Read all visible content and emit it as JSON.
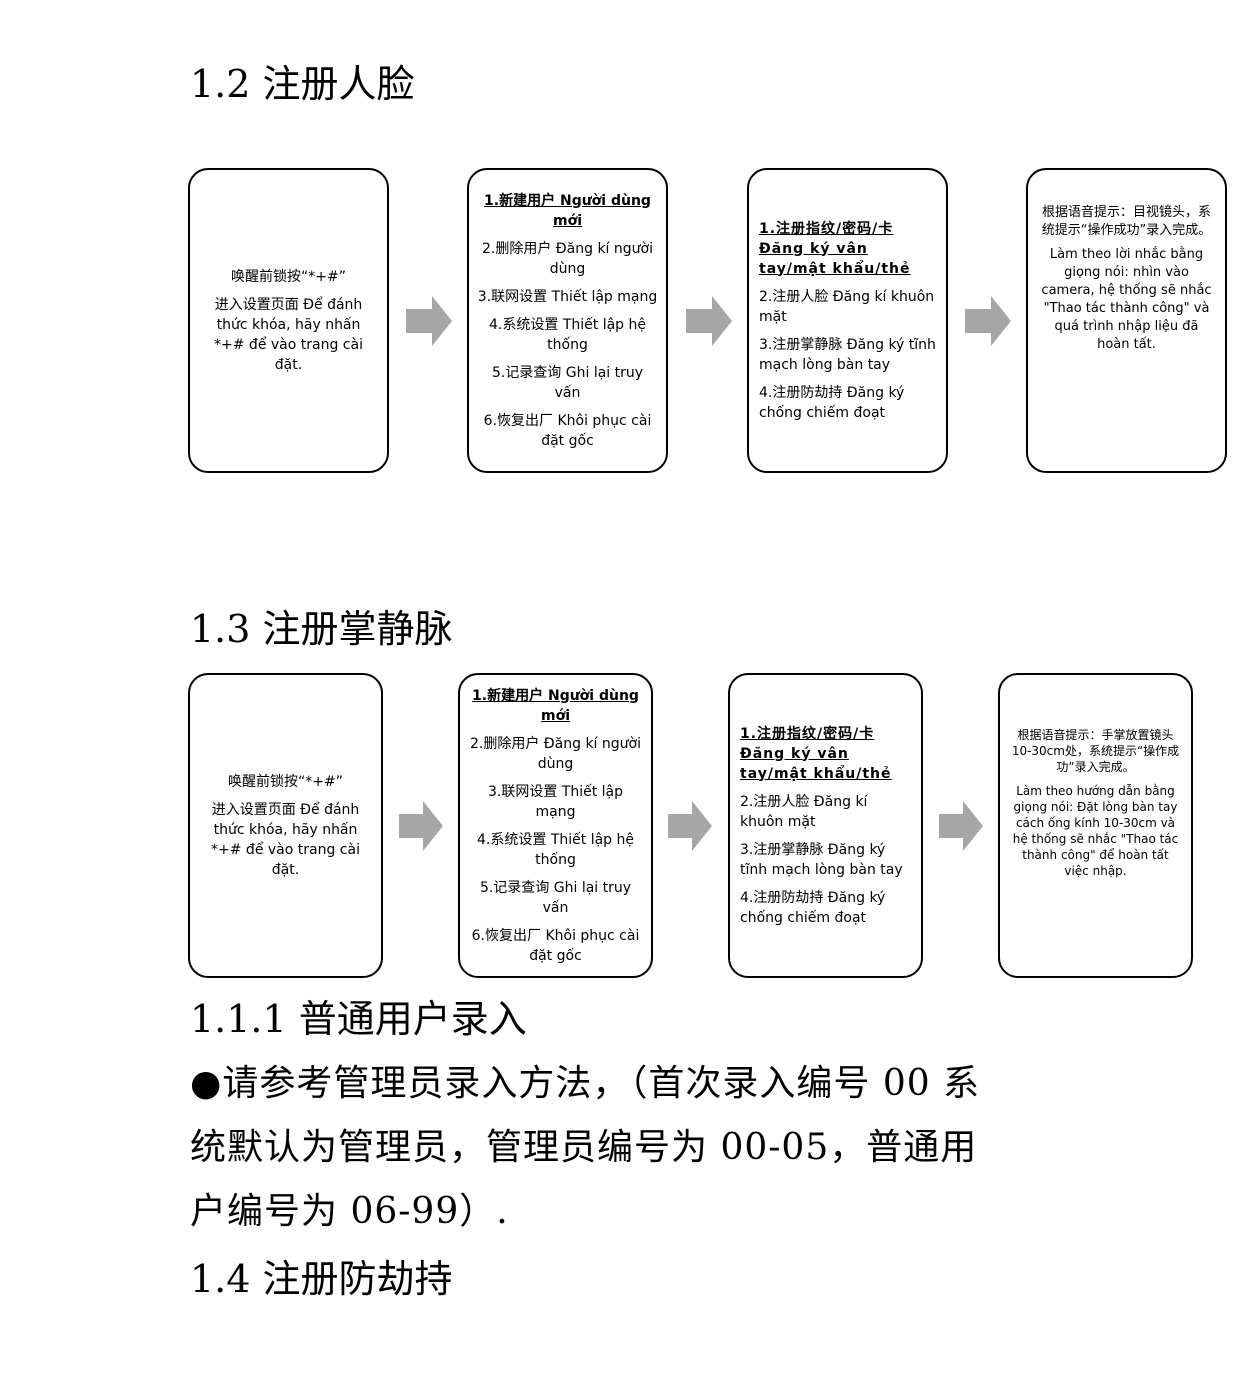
{
  "sections": {
    "face": {
      "title": "1.2 注册人脸"
    },
    "palm": {
      "title": "1.3 注册掌静脉"
    },
    "normal_user": {
      "title": "1.1.1 普通用户录入"
    },
    "anti_hijack": {
      "title": "1.4 注册防劫持"
    }
  },
  "flow_face": {
    "box1": [
      "唤醒前锁按“*+#”",
      "进入设置页面 Để đánh thức khóa, hãy nhấn *+# để vào trang cài đặt."
    ],
    "box2": [
      "1.新建用户 Người dùng mới",
      "2.删除用户 Đăng kí người dùng",
      "3.联网设置 Thiết lập mạng",
      "4.系统设置 Thiết lập hệ thống",
      "5.记录查询 Ghi lại truy vấn",
      "6.恢复出厂 Khôi phục cài đặt gốc"
    ],
    "box3": [
      "1.注册指纹/密码/卡 Đăng ký vân tay/mật khẩu/thẻ",
      "2.注册人脸 Đăng kí khuôn mặt",
      "3.注册掌静脉 Đăng ký tĩnh mạch lòng bàn tay",
      "4.注册防劫持 Đăng ký chống chiếm đoạt"
    ],
    "box4": [
      "根据语音提示：目视镜头，系统提示“操作成功”录入完成。",
      "Làm theo lời nhắc bằng giọng nói: nhìn vào camera, hệ thống sẽ nhắc \"Thao tác thành công\" và quá trình nhập liệu đã hoàn tất."
    ]
  },
  "flow_palm": {
    "box1": [
      "唤醒前锁按“*+#”",
      "进入设置页面 Để đánh thức khóa, hãy nhấn *+# để vào trang cài đặt."
    ],
    "box2": [
      "1.新建用户 Người dùng mới",
      "2.删除用户 Đăng kí người dùng",
      "3.联网设置 Thiết lập mạng",
      "4.系统设置 Thiết lập hệ thống",
      "5.记录查询 Ghi lại truy vấn",
      "6.恢复出厂 Khôi phục cài đặt gốc"
    ],
    "box3": [
      "1.注册指纹/密码/卡 Đăng ký vân tay/mật khẩu/thẻ",
      "2.注册人脸 Đăng kí khuôn mặt",
      "3.注册掌静脉 Đăng ký tĩnh mạch lòng bàn tay",
      "4.注册防劫持 Đăng ký chống chiếm đoạt"
    ],
    "box4": [
      "根据语音提示：手掌放置镜头10-30cm处，系统提示“操作成功”录入完成。",
      "Làm theo hướng dẫn bằng giọng nói: Đặt lòng bàn tay cách ống kính 10-30cm và hệ thống sẽ nhắc \"Thao tác thành công\" để hoàn tất việc nhập."
    ]
  },
  "paragraph": {
    "line1": "●请参考管理员录入方法，（首次录入编号 00 系",
    "line2": "统默认为管理员，管理员编号为 00-05，普通用",
    "line3": "户编号为 06-99）."
  }
}
